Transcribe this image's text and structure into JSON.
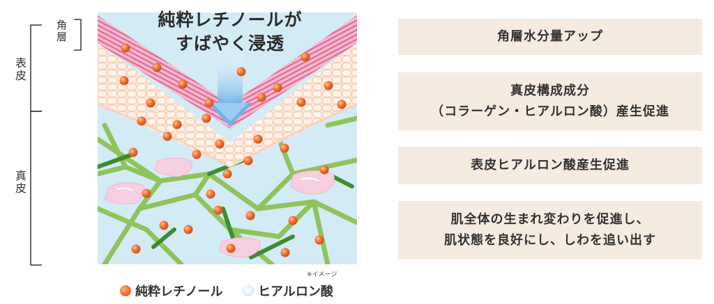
{
  "headline": "純粋レチノールが\nすばやく浸透",
  "layers": {
    "stratum_corneum": "角層",
    "epidermis": "表皮",
    "dermis": "真皮"
  },
  "note": "※イメージ",
  "legend": {
    "retinol": "純粋レチノール",
    "hyaluronic_acid": "ヒアルロン酸"
  },
  "effects": [
    "角層水分量アップ",
    "真皮構成成分\n（コラーゲン・ヒアルロン酸）産生促進",
    "表皮ヒアルロン酸産生促進",
    "肌全体の生まれ変わりを促進し、\n肌状態を良好にし、しわを追い出す"
  ],
  "colors": {
    "retinol": "#f0712e",
    "hyaluronic_acid": "#e6f4fb",
    "stratum_corneum": "#e9759f",
    "epidermis": "#fde4d2",
    "dermis": "#cfe8f3",
    "collagen": "#8cc05a",
    "effect_box": "#f5ebe1"
  }
}
